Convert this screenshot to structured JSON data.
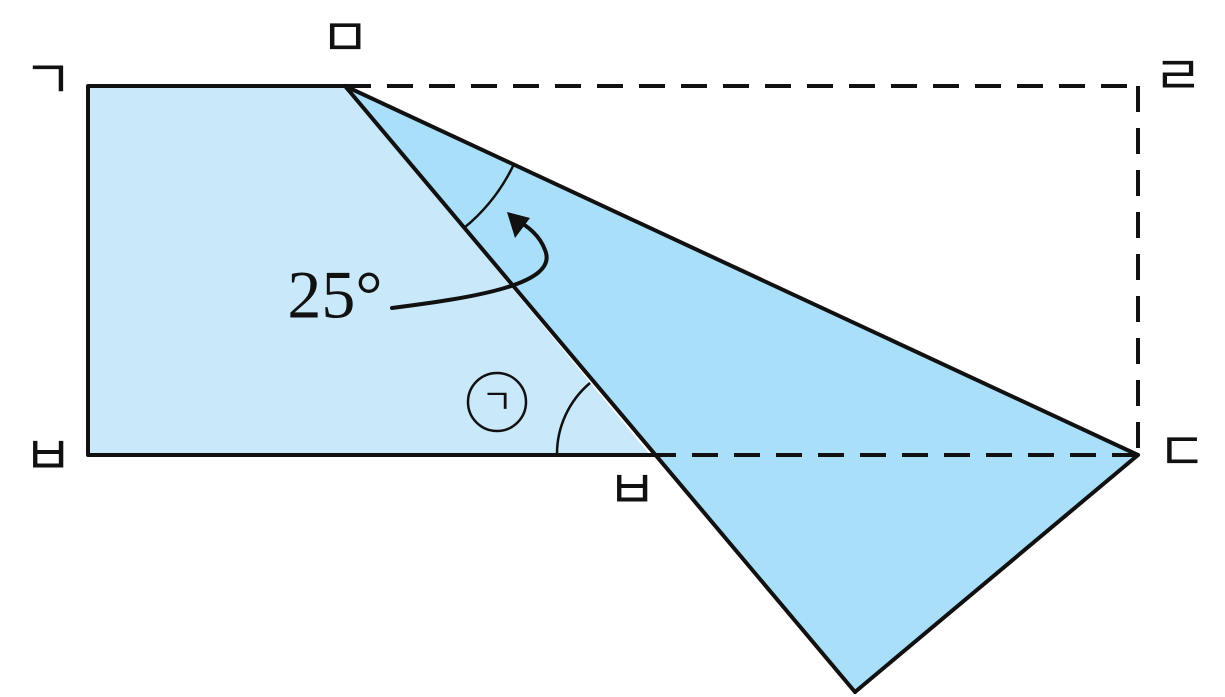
{
  "diagram": {
    "labels": {
      "top_left": "ㄱ",
      "top_fold": "ㅁ",
      "top_right": "ㄹ",
      "bottom_left": "ㅂ",
      "bottom_fold": "ㅂ",
      "right": "ㄷ"
    },
    "angle_label": "25°",
    "circled_label": "ㄱ",
    "colors": {
      "fill_light": "#c9e8fa",
      "fill_dark": "#aadffa",
      "stroke": "#111111"
    }
  }
}
